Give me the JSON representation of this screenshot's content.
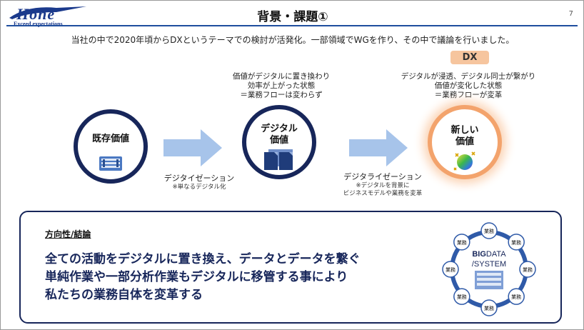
{
  "header": {
    "logo_text": "Hone",
    "logo_tagline": "Exceed expectations",
    "title": "背景・課題①",
    "page_number": "7"
  },
  "intro": "当社の中で2020年頃からDXというテーマでの検討が活発化。一部領域でWGを作り、その中で議論を行いました。",
  "dx_badge": "DX",
  "stages": [
    {
      "label_lines": [
        "既存価値"
      ],
      "icon": "server-icon"
    },
    {
      "label_lines": [
        "デジタル",
        "価値"
      ],
      "icon": "files-icon",
      "description": [
        "価値がデジタルに置き換わり",
        "効率が上がった状態",
        "＝業務フローは変わらず"
      ]
    },
    {
      "label_lines": [
        "新しい",
        "価値"
      ],
      "icon": "sphere-icon",
      "description": [
        "デジタルが浸透、デジタル同士が繋がり",
        "価値が変化した状態",
        "＝業務フローが変革"
      ]
    }
  ],
  "transitions": [
    {
      "label": "デジタイゼーション",
      "notes": [
        "※単なるデジタル化"
      ]
    },
    {
      "label": "デジタライゼーション",
      "notes": [
        "※デジタルを背景に",
        "ビジネスモデルや業務を変革"
      ]
    }
  ],
  "conclusion": {
    "title": "方向性/結論",
    "lines": [
      "全ての活動をデジタルに置き換え、データとデータを繋ぐ",
      "単純作業や一部分析作業もデジタルに移管する事により",
      "私たちの業務自体を変革する"
    ]
  },
  "bigdata": {
    "center_bold": "BIG",
    "center_rest": "DATA",
    "center_line2": "/SYSTEM",
    "node_label": "業務",
    "node_count": 8
  },
  "colors": {
    "navy": "#17265a",
    "title_rule": "#1f4e9e",
    "arrow": "#a7c4ea",
    "dx_badge": "#f6c59e",
    "glow": "#f3a36c"
  }
}
